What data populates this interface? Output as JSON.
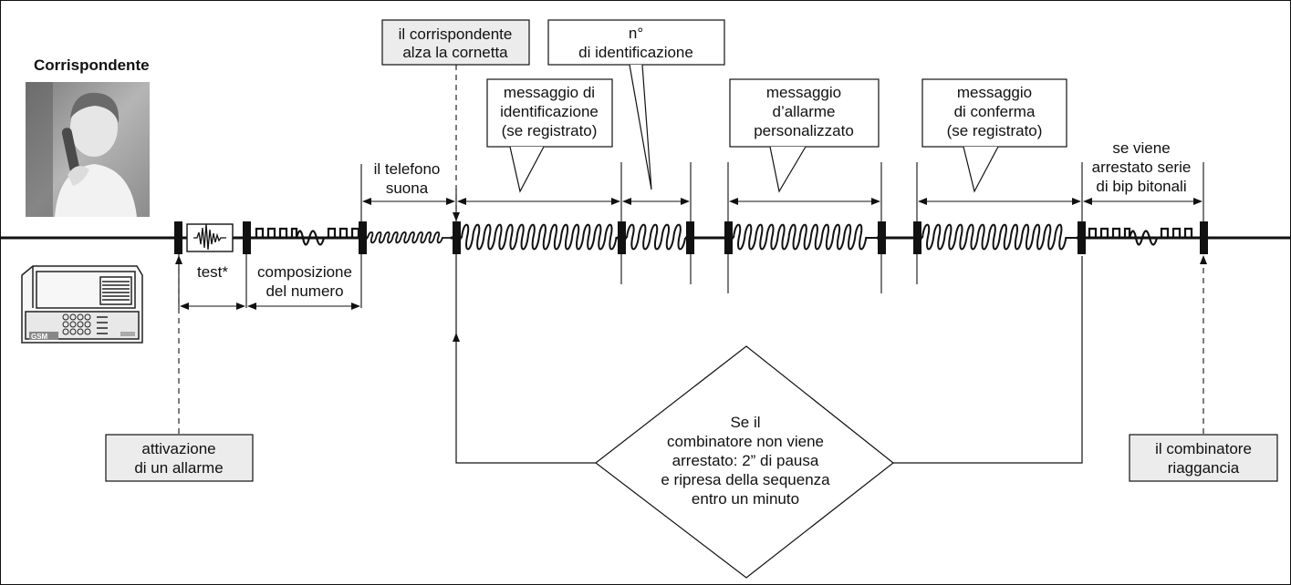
{
  "correspondent_label": "Corrispondente",
  "callouts": {
    "answers": [
      "il corrispondente",
      "alza la cornetta"
    ],
    "id_number": [
      "n°",
      "di identificazione"
    ],
    "id_message": [
      "messaggio di",
      "identificazione",
      "(se registrato)"
    ],
    "alarm_message": [
      "messaggio",
      "d’allarme",
      "personalizzato"
    ],
    "confirm_message": [
      "messaggio",
      "di conferma",
      "(se registrato)"
    ]
  },
  "labels": {
    "phone_rings": [
      "il telefono",
      "suona"
    ],
    "stopped_beeps": [
      "se viene",
      "arrestato serie",
      "di bip bitonali"
    ],
    "test": "test*",
    "dialing": [
      "composizione",
      "del numero"
    ]
  },
  "boxes": {
    "alarm_activation": [
      "attivazione",
      "di un allarme"
    ],
    "hangs_up": [
      "il combinatore",
      "riaggancia"
    ]
  },
  "loop_text": [
    "Se il",
    "combinatore non viene",
    "arrestato: 2” di pausa",
    "e ripresa della sequenza",
    "entro un minuto"
  ],
  "device_brand": "GSM",
  "colors": {
    "line": "#111111",
    "box_fill": "#ececec",
    "photo_bg": "#9a9a9a"
  }
}
